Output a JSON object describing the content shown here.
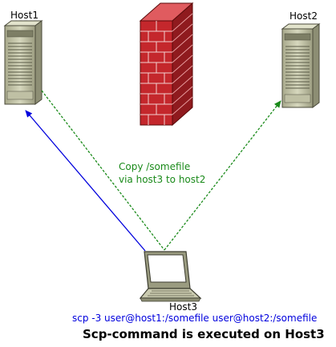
{
  "hosts": {
    "host1": "Host1",
    "host2": "Host2",
    "host3": "Host3"
  },
  "copy_note": {
    "line1": "Copy /somefile",
    "line2": "via host3 to host2"
  },
  "command": "scp -3 user@host1:/somefile user@host2:/somefile",
  "caption": "Scp-command is executed on Host3",
  "colors": {
    "blue_arrow": "#0000dd",
    "green_arrow": "#1a8a1a",
    "firewall": "#c4272c"
  }
}
